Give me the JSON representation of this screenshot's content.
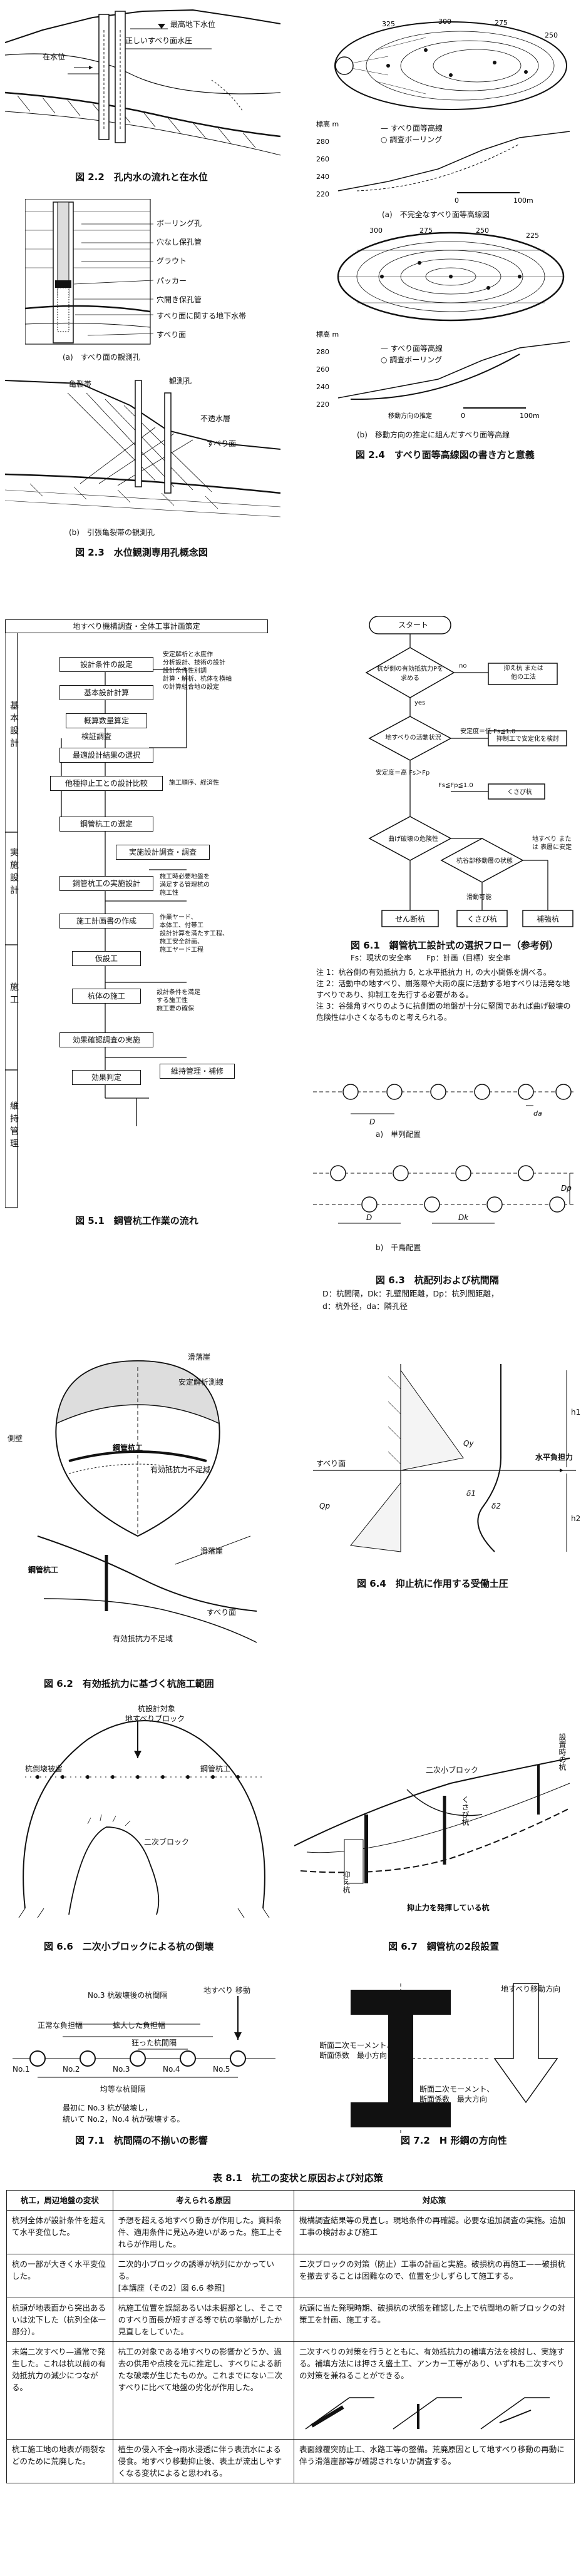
{
  "fig22": {
    "caption": "図 2.2　孔内水の流れと在水位",
    "labels": {
      "label_wt": "在水位",
      "label_true": "正しいすべり面水圧",
      "label_gw": "最高地下水位"
    }
  },
  "fig23": {
    "caption": "図 2.3　水位観測専用孔概念図",
    "a_caption": "(a)　すべり面の観測孔",
    "b_caption": "(b)　引張亀裂帯の観測孔",
    "a_labels": [
      "ボーリング孔",
      "穴なし保孔管",
      "グラウト",
      "パッカー",
      "穴開き保孔管",
      "すべり面に関する地下水帯",
      "すべり面"
    ],
    "b_labels": [
      "亀裂帯",
      "観測孔",
      "不透水層",
      "すべり面"
    ]
  },
  "fig24": {
    "caption": "図 2.4　すべり面等高線図の書き方と意義",
    "a_caption": "(a)　不完全なすべり面等高線図",
    "b_caption": "(b)　移動方向の推定に組んだすべり面等高線",
    "legend_contour": "すべり面等高線",
    "legend_boring": "調査ボーリング",
    "ylabel": "標高 m",
    "scale": [
      "0",
      "100m"
    ],
    "yticks_a": [
      "280",
      "260",
      "240",
      "220"
    ],
    "yticks_b": [
      "280",
      "260",
      "240",
      "220"
    ],
    "contours_a": [
      "325",
      "300",
      "275",
      "250"
    ],
    "contours_b": [
      "300",
      "275",
      "250",
      "225"
    ],
    "note_b": "移動方向の推定"
  },
  "fig51": {
    "caption": "図 5.1　鋼管杭工作業の流れ",
    "top_box": "地すべり機構調査・全体工事計画策定",
    "boxes": [
      "設計条件の設定",
      "基本設計計算",
      "概算数量算定",
      "最適設計結果の選択",
      "他種抑止工との設計比較",
      "鋼管杭工の選定",
      "実施設計調査・調査",
      "鋼管杭工の実施設計",
      "施工計画書の作成",
      "仮設工",
      "杭体の施工",
      "効果確認調査の実施",
      "効果判定",
      "維持管理・補修"
    ],
    "notes": [
      "安定解析と水度作\n分析設計、技術の設計\n設計条件性別調\n計算・解析、杭体を横軸\nの計算組合地の設定",
      "施工順序、経済性",
      "施工時必要地盤を\n満足する管理杭の\n施工性",
      "作業ヤード、\n本体工、付帯工\n設計計算を満たす工程、\n施工安全計画、\n施工ヤード工程",
      "設計条件を満足\nする施工性\n施工要の確保"
    ],
    "phases": [
      "基本設計",
      "実施設計",
      "施工",
      "維持管理"
    ],
    "check_label": "検証調査"
  },
  "fig61": {
    "caption": "図 6.1　鋼管杭工設計式の選択フロー（参考例）",
    "sub": "Fs：現状の安全率　　Fp：計画（目標）安全率",
    "start": "スタート",
    "q1": "杭が側の有効抵抗力Pを求める",
    "yes": "yes",
    "no": "no",
    "r1": "抑え杭 または\n他の工法",
    "q2": "地すべりの活動状況",
    "cond1": "安定度＝低 Fs≦1.0",
    "r2": "抑制工で安定化を検討",
    "cond2": "安定度＝高 Fs＞Fp",
    "cond3": "Fs≦Fp≦1.0",
    "r3": "くさび杭",
    "q3": "曲げ破壊の危険性",
    "q4": "杭谷部移動層の状態",
    "side": "地すべり または 表層に安定",
    "side2": "滑動可能",
    "r4": "せん断杭",
    "r5": "くさび杭",
    "r6": "補強杭",
    "notes": [
      "注 1：杭谷側の有効抵抗力 δ, と水平抵抗力 H, の大小関係を調べる。",
      "注 2：活動中の地すべり、崩落際や大雨の度に活動する地すべりは活発な地すべりであり、抑制工を先行する必要がある。",
      "注 3：谷盤角すべりのように抗側面の地盤が十分に堅固であれば曲げ破壊の危険性は小さくなるものと考えられる。"
    ]
  },
  "fig62": {
    "caption": "図 6.2　有効抵抗力に基づく杭施工範囲",
    "labels": {
      "scarp": "滑落崖",
      "stab": "安定解析測線",
      "side": "側壁",
      "pile": "鋼管杭工",
      "lack": "有効抵抗力不足域",
      "scarp2": "滑落崖",
      "pile2": "鋼管杭工",
      "slip": "すべり面",
      "lack2": "有効抵抗力不足域"
    }
  },
  "fig63": {
    "caption": "図 6.3　杭配列および杭間隔",
    "a_caption": "a)　単列配置",
    "b_caption": "b)　千鳥配置",
    "sym_d": "D",
    "sym_d2": "D",
    "sym_dk": "Dk",
    "sym_dp": "Dp",
    "sym_da": "da",
    "legend": [
      "D：杭間隔，Dk：孔壁間距離，Dp：杭列間距離，",
      "d：杭外径，da：隣孔径"
    ]
  },
  "fig64": {
    "caption": "図 6.4　抑止杭に作用する受働土圧",
    "labels": {
      "slip": "すべり面",
      "force": "水平負担力",
      "h1": "h1",
      "h2": "h2",
      "q": "Qy",
      "qp": "Qp",
      "d1": "δ1",
      "d2": "δ2"
    }
  },
  "fig66": {
    "caption": "図 6.6　二次小ブロックによる杭の倒壊",
    "labels": {
      "t1": "杭設計対象",
      "t2": "地すべりブロック",
      "broken": "杭倒壊被害",
      "pile": "鋼管杭工",
      "second": "二次ブロック"
    }
  },
  "fig67": {
    "caption": "図 6.7　鋼管杭の2段設置",
    "labels": {
      "pile": "抑え杭",
      "top": "設置時の杭",
      "block": "二次小ブロック",
      "kusabi": "くさび杭",
      "keep": "抑止力を発揮している杭"
    }
  },
  "fig71": {
    "caption": "図 7.1　杭間隔の不揃いの影響",
    "labels": {
      "no3": "No.3 杭破壊後の杭間隔",
      "slide": "地すべり 移動",
      "normal": "正常な負担幅",
      "wide": "拡大した負担幅",
      "narrow": "狂った杭間隔",
      "uneven": "均等な杭間隔",
      "p": [
        "No.1",
        "No.2",
        "No.3",
        "No.4",
        "No.5"
      ],
      "story1": "最初に No.3 杭が破壊し，",
      "story2": "続いて No.2，No.4 杭が破壊する。"
    }
  },
  "fig72": {
    "caption": "図 7.2　H 形鋼の方向性",
    "labels": {
      "dir": "地すべり移動方向",
      "m1": "断面二次モーメント、",
      "m1b": "断面係数　最小方向",
      "m2": "断面二次モーメント、",
      "m2b": "断面係数　最大方向"
    }
  },
  "table81": {
    "title": "表 8.1　杭工の変状と原因および対応策",
    "headers": [
      "杭工，周辺地盤の変状",
      "考えられる原因",
      "対応策"
    ],
    "rows": [
      [
        "杭列全体が設計条件を超えて水平変位した。",
        "予想を超える地すべり動きが作用した。資料条件、適用条件に見込み違いがあった。施工上それらが作用した。",
        "機構調査結果等の見直し。現地条件の再確認。必要な追加調査の実施。追加工事の検討および施工"
      ],
      [
        "杭の一部が大きく水平変位した。",
        "二次的小ブロックの誘導が杭列にかかっている。\n[本講座（その2）図 6.6 参照]",
        "二次ブロックの対策（防止）工事の計画と実施。破損杭の再施工——破損杭を撤去することは困難なので、位置を少しずらして施工する。"
      ],
      [
        "杭頭が地表面から突出あるいは沈下した（杭列全体一部分）。",
        "杭施工位置を誤認あるいは未掘部とし、そこでのすべり面長が短すぎる等で杭の挙動がしたか見直しをしていた。",
        "杭頭に当た発現時期、破損杭の状態を確認した上で杭間地の新ブロックの対策工を計画、施工する。"
      ],
      [
        "末端二次すべり—通常で発生した。これは杭以前の有効抵抗力の減少につながる。",
        "杭工の対象である地すべりの影響かどうか、過去の供用や点検を元に推定し、すべりによる新たな破壊が生じたものか。これまでにない二次すべりに比べて地盤の劣化が作用した。",
        "二次すべりの対策を行うとともに、有効抵抗力の補填方法を検討し、実施する。補填方法には押さえ盛土工、アンカー工等があり、いずれも二次すべりの対策を兼ねることができる。"
      ],
      [
        "杭工施工地の地表が雨裂などのために荒廃した。",
        "植生の侵入不全→雨水浸透に伴う表流水による侵食。地すべり移動抑止後、表土が流出しやすくなる変状によると思われる。",
        "表面線覆突防止工、水路工等の整備。荒廃原因として地すべり移動の再動に伴う滑落崖部等が確認されないか調査する。"
      ]
    ]
  }
}
